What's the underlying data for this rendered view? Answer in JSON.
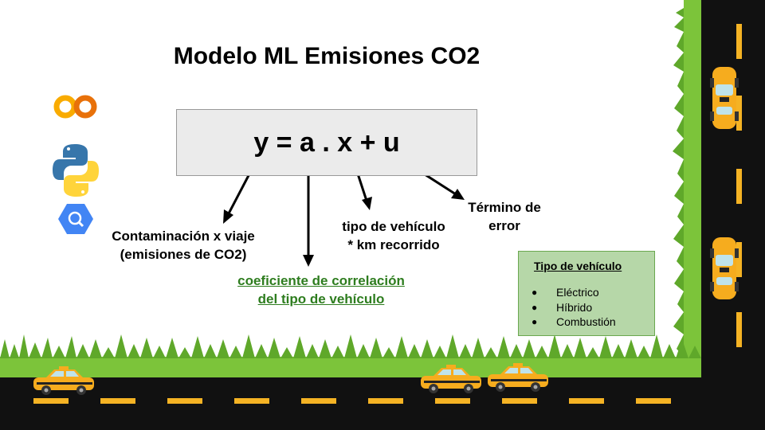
{
  "title": "Modelo ML Emisiones CO2",
  "formula": "y = a . x + u",
  "labels": {
    "y": "Contaminación x viaje (emisiones de CO2)",
    "a": "coeficiente de correlación del tipo de vehículo",
    "x": "tipo de vehículo * km recorrido",
    "u": "Término de error"
  },
  "legend": {
    "title": "Tipo de vehículo",
    "items": [
      "Eléctrico",
      "Híbrido",
      "Combustión"
    ]
  },
  "icons": [
    "colab-icon",
    "python-icon",
    "bigquery-icon",
    "taxi-icon",
    "grass-decoration",
    "road-decoration"
  ],
  "colors": {
    "road": "#111111",
    "lane": "#f5b324",
    "grass": "#7cc43a",
    "taxi": "#f6ac1e",
    "accent_green": "#2e7d1f",
    "legend_bg": "#b6d7a8"
  }
}
